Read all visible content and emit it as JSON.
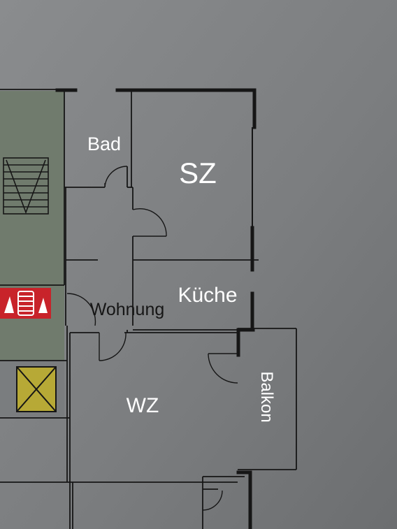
{
  "rooms": {
    "bad": "Bad",
    "sz": "SZ",
    "kueche": "Küche",
    "wohnung": "Wohnung",
    "wz": "WZ",
    "balkon": "Balkon"
  },
  "colors": {
    "paper": "#7d7f81",
    "corridor": "#6f7a6c",
    "wall": "#161616",
    "fire_sign": "#c8232a",
    "hatch_yellow": "#b7a936",
    "label": "#ffffff"
  },
  "icons": [
    "staircase-icon",
    "fire-extinguisher-sign-icon",
    "elevator-shaft-icon"
  ]
}
